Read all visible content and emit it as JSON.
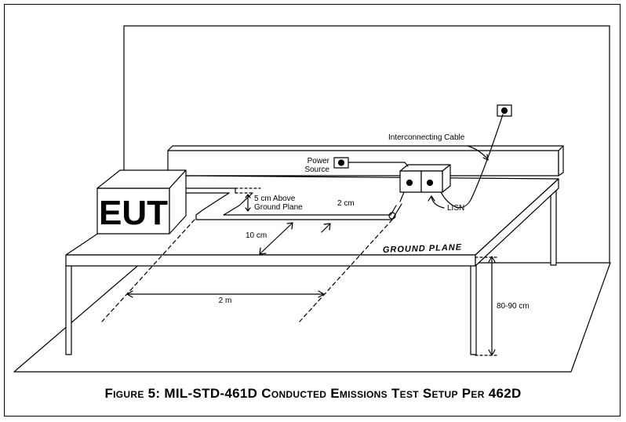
{
  "labels": {
    "interconnecting_cable": "Interconnecting Cable",
    "power_source_line1": "Power",
    "power_source_line2": "Source",
    "above_line1": "5 cm Above",
    "above_line2": "Ground Plane",
    "two_cm": "2 cm",
    "lisn": "LISN",
    "ten_cm": "10 cm",
    "ground_plane": "GROUND PLANE",
    "two_m": "2 m",
    "height": "80-90 cm",
    "eut": "EUT"
  },
  "caption": "Figure 5: MIL-STD-461D Conducted Emissions Test Setup Per 462D"
}
